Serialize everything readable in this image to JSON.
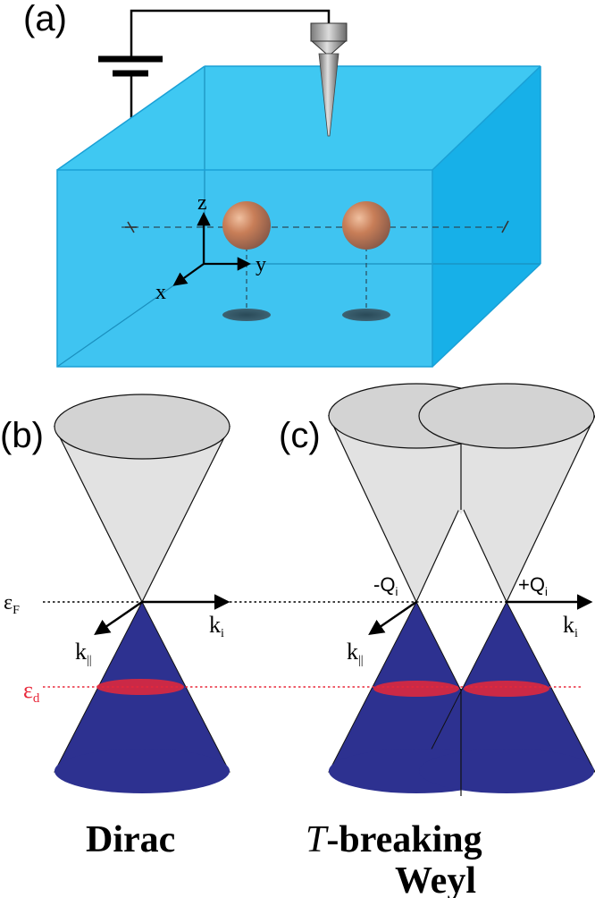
{
  "panels": {
    "a": {
      "label": "(a)"
    },
    "b": {
      "label": "(b)"
    },
    "c": {
      "label": "(c)"
    }
  },
  "axes": {
    "z": "z",
    "y": "y",
    "x": "x"
  },
  "dirac": {
    "fermi_label": "ε",
    "fermi_sub": "F",
    "ki_label": "k",
    "ki_sub": "i",
    "kpar_label": "k",
    "kpar_sub": "||",
    "defect_label": "ε",
    "defect_sub": "d",
    "title": "Dirac"
  },
  "weyl": {
    "node_left": "-Q",
    "node_left_sub": "i",
    "node_right": "+Q",
    "node_right_sub": "i",
    "ki_label": "k",
    "ki_sub": "i",
    "kpar_label": "k",
    "kpar_sub": "||",
    "title_line1_symbol": "T",
    "title_line1_rest": "-breaking",
    "title_line2": "Weyl"
  },
  "colors": {
    "box_front": "#2fc0ee",
    "box_top": "#3fc8f2",
    "box_side": "#19aee6",
    "upper_cone": "#e4e4e4",
    "lower_cone": "#2d3190",
    "defect_ring": "#e8283a",
    "sphere": "#c87e58"
  }
}
